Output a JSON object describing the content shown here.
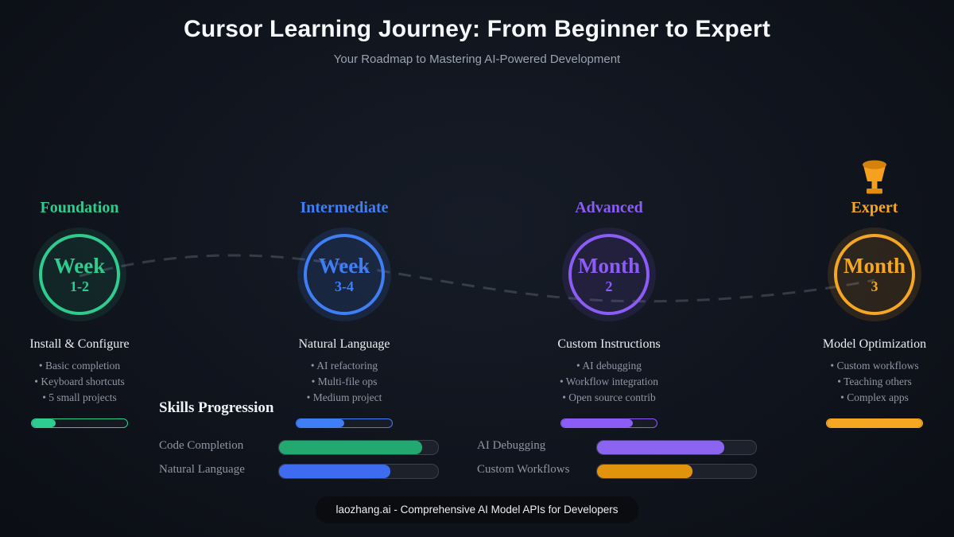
{
  "header": {
    "title": "Cursor Learning Journey: From Beginner to Expert",
    "subtitle": "Your Roadmap to Mastering AI-Powered Development"
  },
  "stages": [
    {
      "title": "Foundation",
      "period_top": "Week",
      "period_bottom": "1-2",
      "subtitle": "Install & Configure",
      "bullets": [
        "• Basic completion",
        "• Keyboard shortcuts",
        "• 5 small projects"
      ],
      "progress_pct": 25,
      "color": "#2ecc8f",
      "tint": "rgba(46,204,143,0.10)"
    },
    {
      "title": "Intermediate",
      "period_top": "Week",
      "period_bottom": "3-4",
      "subtitle": "Natural Language",
      "bullets": [
        "• AI refactoring",
        "• Multi-file ops",
        "• Medium project"
      ],
      "progress_pct": 50,
      "color": "#3f7ef5",
      "tint": "rgba(63,126,245,0.14)"
    },
    {
      "title": "Advanced",
      "period_top": "Month",
      "period_bottom": "2",
      "subtitle": "Custom Instructions",
      "bullets": [
        "• AI debugging",
        "• Workflow integration",
        "• Open source contrib"
      ],
      "progress_pct": 75,
      "color": "#8b5cf6",
      "tint": "rgba(139,92,246,0.12)"
    },
    {
      "title": "Expert",
      "period_top": "Month",
      "period_bottom": "3",
      "subtitle": "Model Optimization",
      "bullets": [
        "• Custom workflows",
        "• Teaching others",
        "• Complex apps"
      ],
      "progress_pct": 100,
      "color": "#f5a623",
      "tint": "rgba(245,166,35,0.13)",
      "icon": "trophy-icon"
    }
  ],
  "skills_section": {
    "heading": "Skills Progression",
    "skills": [
      {
        "label": "Code Completion",
        "pct": 90,
        "color": "#22a870"
      },
      {
        "label": "Natural Language",
        "pct": 70,
        "color": "#3d6cf0"
      },
      {
        "label": "AI Debugging",
        "pct": 80,
        "color": "#8b64f0"
      },
      {
        "label": "Custom Workflows",
        "pct": 60,
        "color": "#e0940e"
      }
    ]
  },
  "footer": {
    "text": "laozhang.ai - Comprehensive AI Model APIs for Developers"
  },
  "connector": {
    "style": "dashed",
    "color": "#596070"
  }
}
